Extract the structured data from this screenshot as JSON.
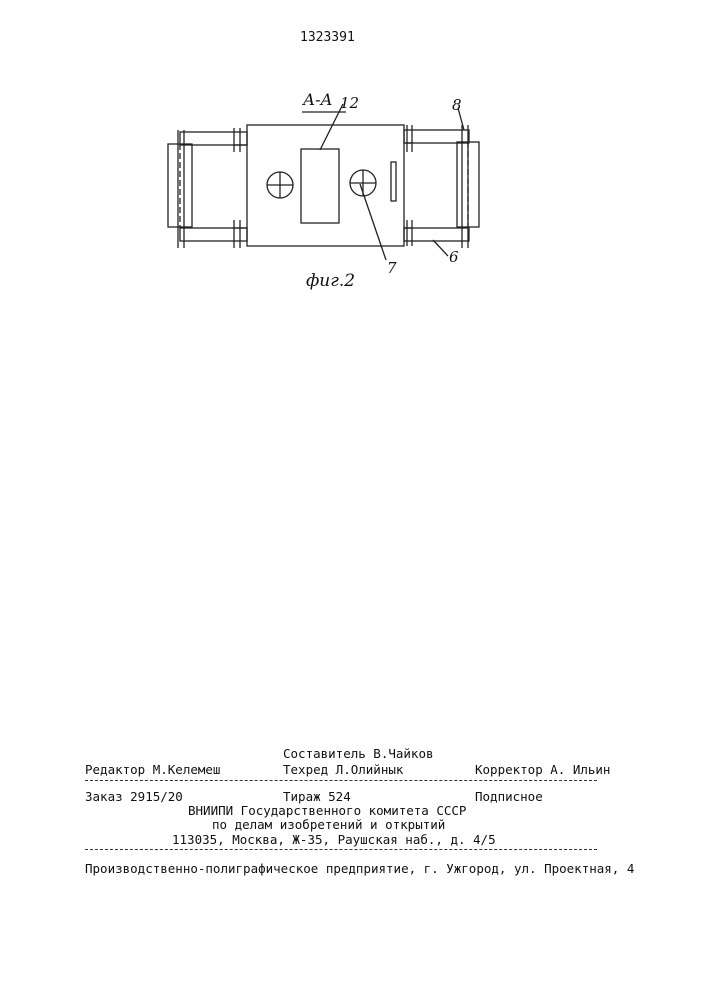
{
  "patent_number": "1323391",
  "figure": {
    "section_label": "А-А",
    "caption": "фиг.2",
    "callouts": {
      "part_12": "12",
      "part_8": "8",
      "part_7": "7",
      "part_6": "6"
    }
  },
  "imprint": {
    "composer": "Составитель В.Чайков",
    "editor": "Редактор М.Келемеш",
    "techred": "Техред Л.Олийнык",
    "corrector": "Корректор А. Ильин",
    "order": "Заказ 2915/20",
    "circulation": "Тираж 524",
    "subscription": "Подписное",
    "org_line1": "ВНИИПИ Государственного комитета СССР",
    "org_line2": "по делам изобретений и открытий",
    "org_address": "113035, Москва, Ж-35, Раушская наб., д. 4/5",
    "printer": "Производственно-полиграфическое предприятие, г. Ужгород, ул. Проектная, 4"
  }
}
